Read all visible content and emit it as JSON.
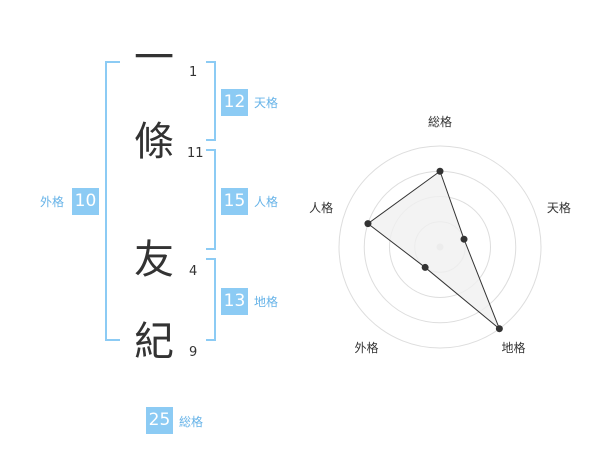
{
  "name": {
    "chars": [
      {
        "char": "一",
        "strokes": "1"
      },
      {
        "char": "條",
        "strokes": "11"
      },
      {
        "char": "友",
        "strokes": "4"
      },
      {
        "char": "紀",
        "strokes": "9"
      }
    ]
  },
  "fortunes": {
    "tenkaku": {
      "label": "天格",
      "value": "12"
    },
    "jinkaku": {
      "label": "人格",
      "value": "15"
    },
    "chikaku": {
      "label": "地格",
      "value": "13"
    },
    "gaikaku": {
      "label": "外格",
      "value": "10"
    },
    "soukaku": {
      "label": "総格",
      "value": "25"
    }
  },
  "chart_data": {
    "type": "radar",
    "axes": [
      "総格",
      "天格",
      "地格",
      "外格",
      "人格"
    ],
    "values": [
      0.75,
      0.25,
      1.0,
      0.25,
      0.75
    ],
    "range": [
      0,
      1
    ],
    "rings": 4,
    "colors": {
      "fill": "#f0f0f0",
      "line": "#333333",
      "grid": "#dddddd",
      "bracket": "#8ccbf4"
    }
  }
}
